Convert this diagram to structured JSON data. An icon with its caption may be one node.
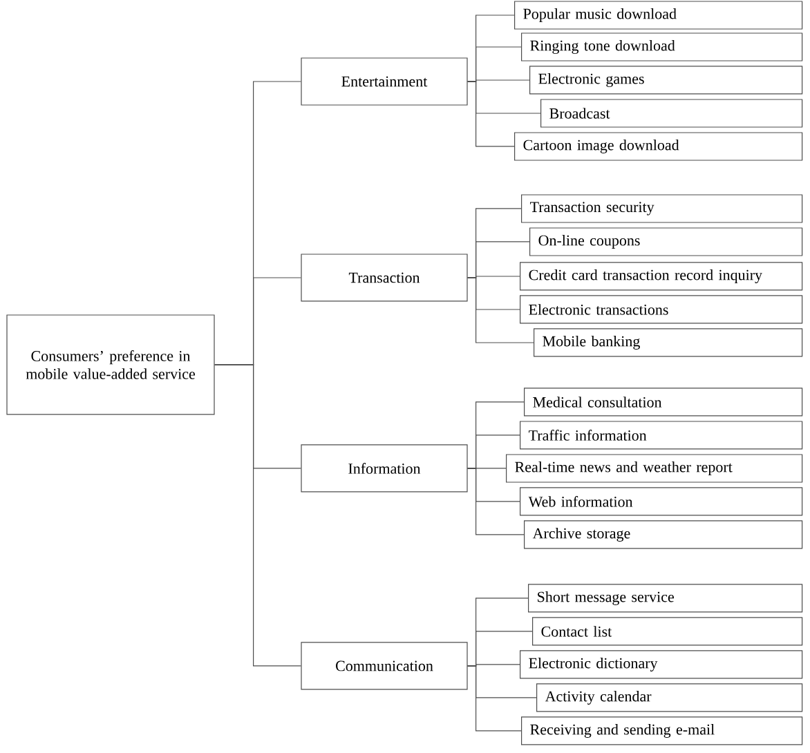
{
  "diagram": {
    "nodes": [
      {
        "text": [
          "Consumers’ preference in mobile value-added service"
        ]
      },
      {
        "text": [
          "Entertainment"
        ]
      },
      {
        "text": [
          "Popular music download"
        ]
      },
      {
        "text": [
          "Ringing tone download"
        ]
      },
      {
        "text": [
          "Electronic games"
        ]
      },
      {
        "text": [
          "Broadcast"
        ]
      },
      {
        "text": [
          "Cartoon image download"
        ]
      },
      {
        "text": [
          "Transaction"
        ]
      },
      {
        "text": [
          "Transaction security"
        ]
      },
      {
        "text": [
          "On-line coupons"
        ]
      },
      {
        "text": [
          "Credit card transaction record inquiry"
        ]
      },
      {
        "text": [
          "Electronic transactions"
        ]
      },
      {
        "text": [
          "Mobile banking"
        ]
      },
      {
        "text": [
          "Information"
        ]
      },
      {
        "text": [
          "Medical consultation"
        ]
      },
      {
        "text": [
          "Traffic information"
        ]
      },
      {
        "text": [
          "Real-time news and weather report"
        ]
      },
      {
        "text": [
          "Web information"
        ]
      },
      {
        "text": [
          "Archive storage"
        ]
      },
      {
        "text": [
          "Communication"
        ]
      },
      {
        "text": [
          "Short message service"
        ]
      },
      {
        "text": [
          "Contact list"
        ]
      },
      {
        "text": [
          "Electronic dictionary"
        ]
      },
      {
        "text": [
          "Activity calendar"
        ]
      },
      {
        "text": [
          "Receiving and sending e-mail"
        ]
      }
    ],
    "edges": [
      {
        "from": 0,
        "to": 1,
        "arrow": "none"
      },
      {
        "from": 0,
        "to": 7,
        "arrow": "none"
      },
      {
        "from": 0,
        "to": 13,
        "arrow": "none"
      },
      {
        "from": 0,
        "to": 19,
        "arrow": "none"
      },
      {
        "from": 1,
        "to": 2,
        "arrow": "none"
      },
      {
        "from": 1,
        "to": 3,
        "arrow": "none"
      },
      {
        "from": 1,
        "to": 4,
        "arrow": "none"
      },
      {
        "from": 1,
        "to": 5,
        "arrow": "none"
      },
      {
        "from": 1,
        "to": 6,
        "arrow": "none"
      },
      {
        "from": 7,
        "to": 8,
        "arrow": "none"
      },
      {
        "from": 7,
        "to": 9,
        "arrow": "none"
      },
      {
        "from": 7,
        "to": 10,
        "arrow": "none"
      },
      {
        "from": 7,
        "to": 11,
        "arrow": "none"
      },
      {
        "from": 7,
        "to": 12,
        "arrow": "none"
      },
      {
        "from": 13,
        "to": 14,
        "arrow": "none"
      },
      {
        "from": 13,
        "to": 15,
        "arrow": "none"
      },
      {
        "from": 13,
        "to": 16,
        "arrow": "none"
      },
      {
        "from": 13,
        "to": 17,
        "arrow": "none"
      },
      {
        "from": 13,
        "to": 18,
        "arrow": "none"
      },
      {
        "from": 19,
        "to": 20,
        "arrow": "none"
      },
      {
        "from": 19,
        "to": 21,
        "arrow": "none"
      },
      {
        "from": 19,
        "to": 22,
        "arrow": "none"
      },
      {
        "from": 19,
        "to": 23,
        "arrow": "none"
      },
      {
        "from": 19,
        "to": 24,
        "arrow": "none"
      }
    ]
  }
}
